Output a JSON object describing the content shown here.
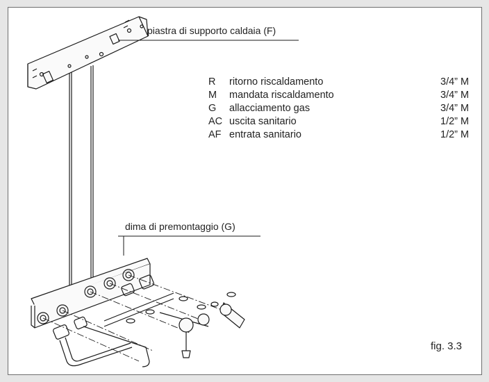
{
  "callouts": {
    "support_plate": "piastra di supporto caldaia (F)",
    "premount_template": "dima di premontaggio (G)"
  },
  "legend": [
    {
      "code": "R",
      "description": "ritorno riscaldamento",
      "size": "3/4” M"
    },
    {
      "code": "M",
      "description": "mandata riscaldamento",
      "size": "3/4” M"
    },
    {
      "code": "G",
      "description": "allacciamento gas",
      "size": "3/4” M"
    },
    {
      "code": "AC",
      "description": "uscita sanitario",
      "size": "1/2” M"
    },
    {
      "code": "AF",
      "description": "entrata sanitario",
      "size": "1/2” M"
    }
  ],
  "figure_label": "fig. 3.3",
  "colors": {
    "background": "#e6e6e6",
    "panel": "#ffffff",
    "line": "#1a1a1a"
  }
}
